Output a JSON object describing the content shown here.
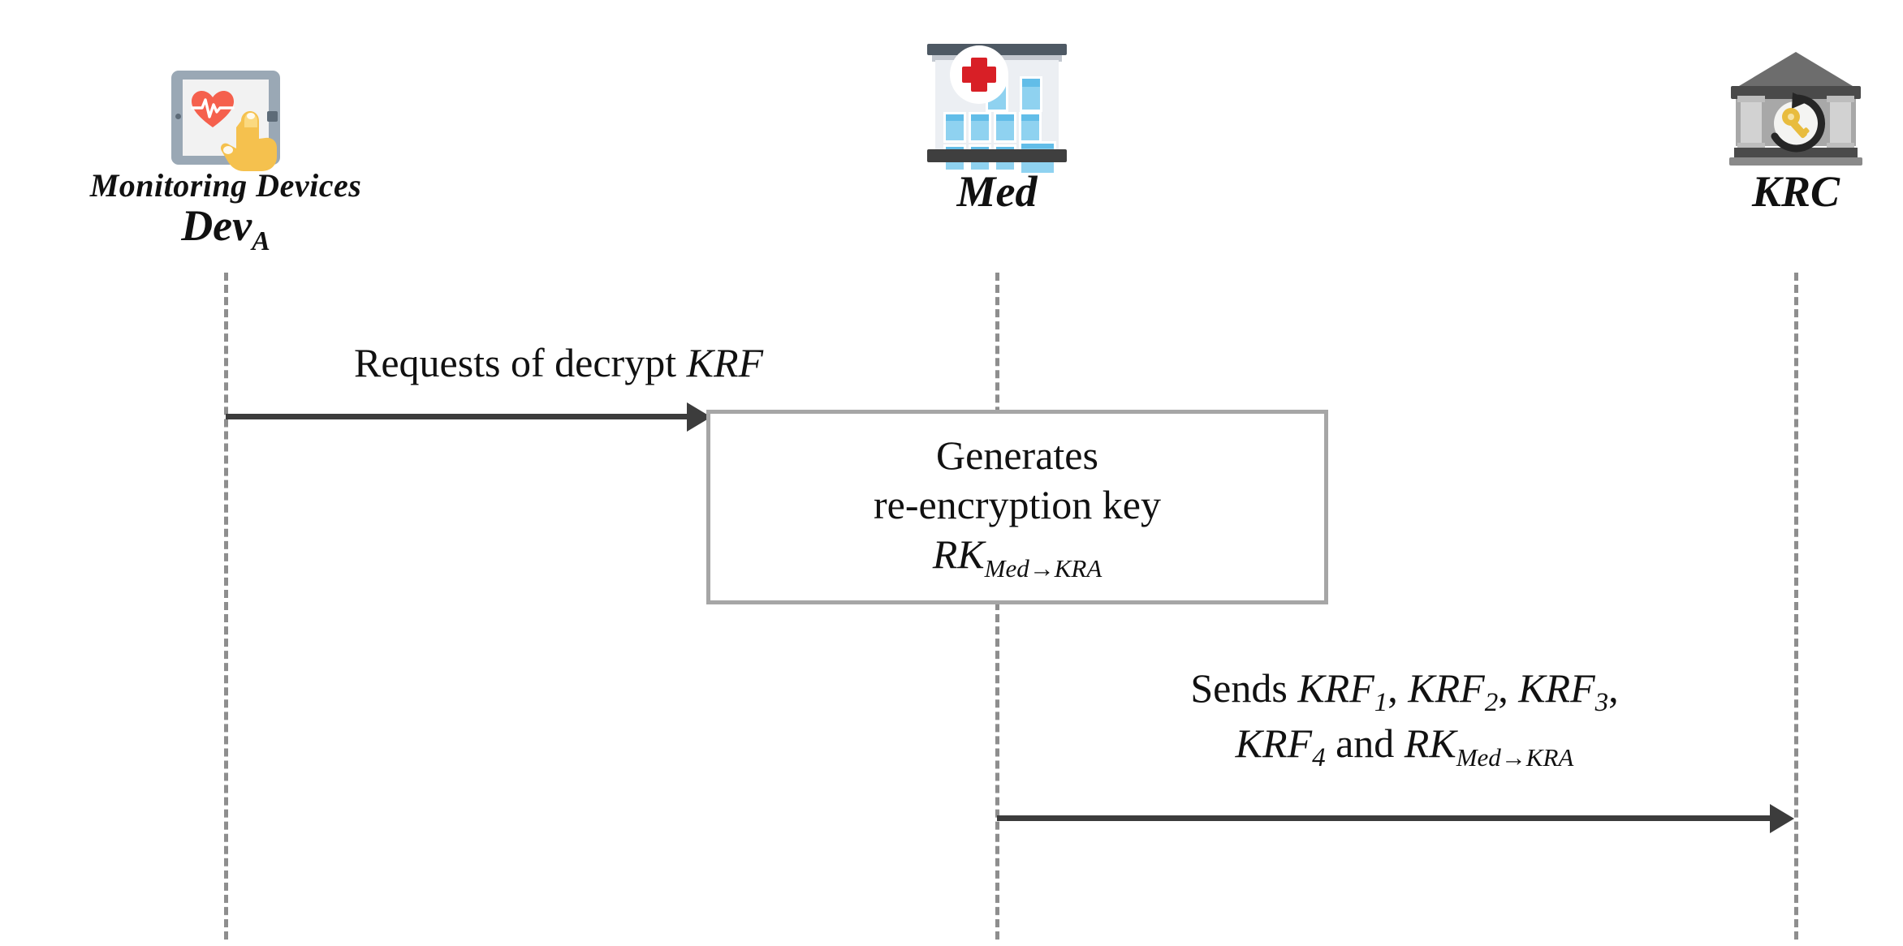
{
  "diagram": {
    "type": "sequence-diagram",
    "title": "Key recovery request sequence",
    "background": "#ffffff",
    "line_color": "#3c3c3c",
    "lifeline_color": "#8e8e8e",
    "note_border_color": "#a6a6a6"
  },
  "actors": [
    {
      "id": "dev",
      "icon": "tablet-heartbeat-touch-icon",
      "caption": "Monitoring Devices",
      "name": "Dev",
      "name_sub": "A"
    },
    {
      "id": "med",
      "icon": "hospital-icon",
      "caption": "",
      "name": "Med",
      "name_sub": ""
    },
    {
      "id": "krc",
      "icon": "bank-key-recovery-icon",
      "caption": "",
      "name": "KRC",
      "name_sub": ""
    }
  ],
  "messages": [
    {
      "id": "m1",
      "from": "dev",
      "to": "med",
      "label_plain": "Requests of decrypt KRF",
      "label_prefix": "Requests of decrypt ",
      "label_italic": "KRF"
    },
    {
      "id": "m2",
      "from": "med",
      "to": "krc",
      "label_plain": "Sends KRF1, KRF2, KRF3, KRF4 and RKMed→KRA",
      "line1_prefix": "Sends ",
      "line1_t1": "KRF",
      "line1_s1": "1",
      "line1_sep1": ", ",
      "line1_t2": "KRF",
      "line1_s2": "2",
      "line1_sep2": ", ",
      "line1_t3": "KRF",
      "line1_s3": "3",
      "line1_sep3": ",",
      "line2_t4": "KRF",
      "line2_s4": "4",
      "line2_mid": " and ",
      "line2_rk": "RK",
      "line2_rk_sub": "Med→KRA"
    }
  ],
  "notes": [
    {
      "id": "n1",
      "on": "med",
      "line1": "Generates",
      "line2": "re-encryption key",
      "line3_base": "RK",
      "line3_sub": "Med→KRA"
    }
  ]
}
